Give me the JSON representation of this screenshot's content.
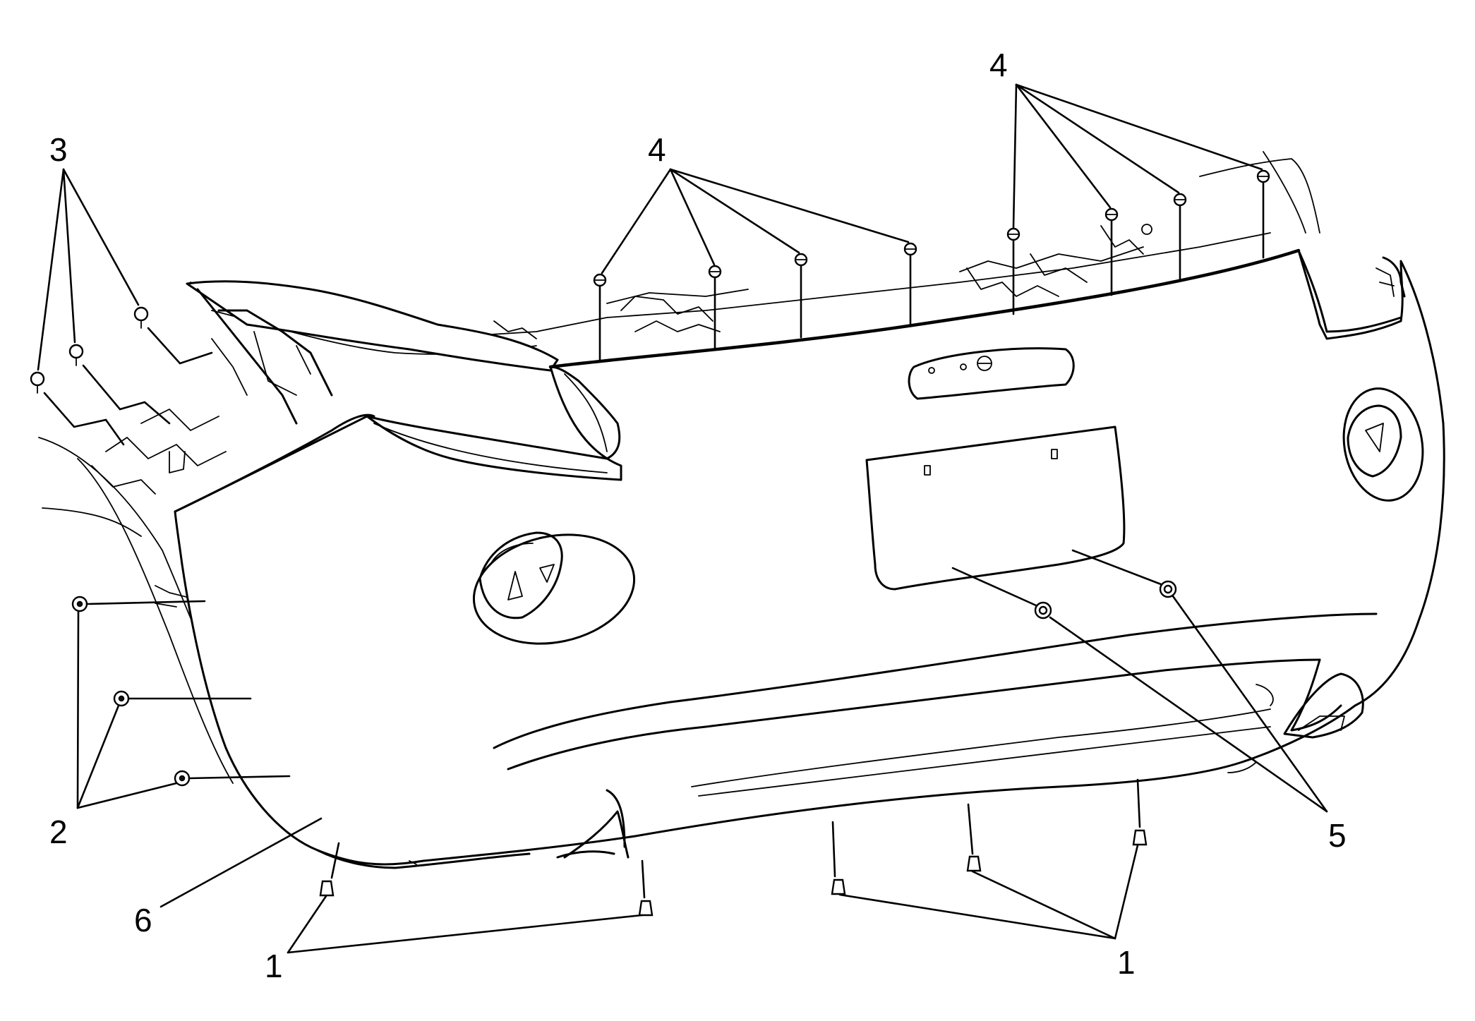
{
  "callouts": {
    "c1_left": "1",
    "c1_right": "1",
    "c2": "2",
    "c3": "3",
    "c4_left": "4",
    "c4_right": "4",
    "c5": "5",
    "c6": "6"
  }
}
